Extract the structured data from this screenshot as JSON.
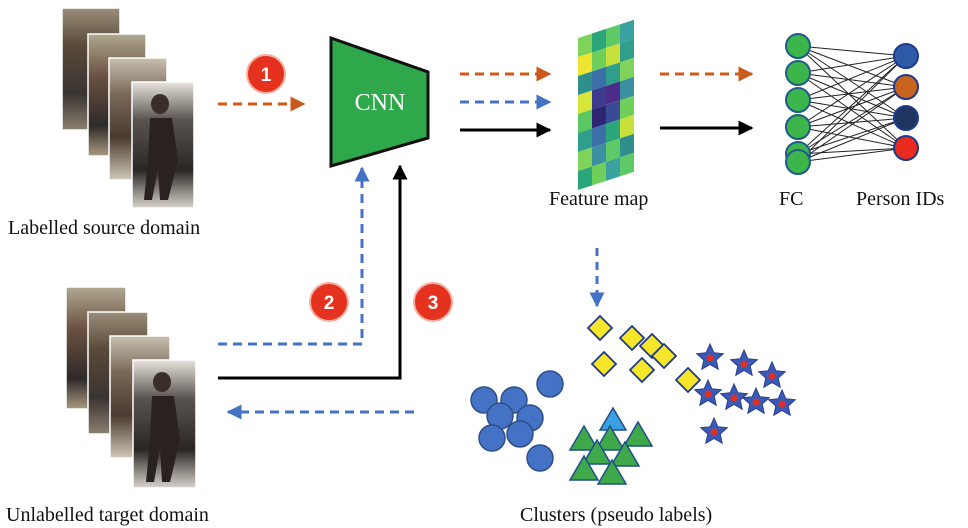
{
  "labels": {
    "source_domain": "Labelled source domain",
    "target_domain": "Unlabelled target domain",
    "cnn": "CNN",
    "feature_map": "Feature map",
    "fc": "FC",
    "person_ids": "Person IDs",
    "clusters": "Clusters (pseudo labels)"
  },
  "steps": [
    "1",
    "2",
    "3"
  ],
  "colors": {
    "step1_orange": "#cc5a1a",
    "step2_blue": "#4472c4",
    "step3_black": "#000000",
    "badge_red": "#e5321f",
    "cnn_green": "#2ea84a",
    "fc_green": "#3cb54a",
    "id_blue": "#2f5aa8",
    "id_orange": "#c8641e",
    "id_navy": "#1f3560",
    "id_red": "#e82a1f",
    "cluster_circle": "#4472c4",
    "cluster_triangle": "#3ea84a",
    "cluster_triangle_highlight": "#3aa0e0",
    "cluster_diamond": "#f5e62a",
    "cluster_star": "#3a5ab8",
    "cluster_star_center": "#e03020"
  },
  "icons": {
    "source_images": "person-crop-stack-icon",
    "target_images": "person-crop-stack-icon",
    "network": "neural-network-icon"
  }
}
